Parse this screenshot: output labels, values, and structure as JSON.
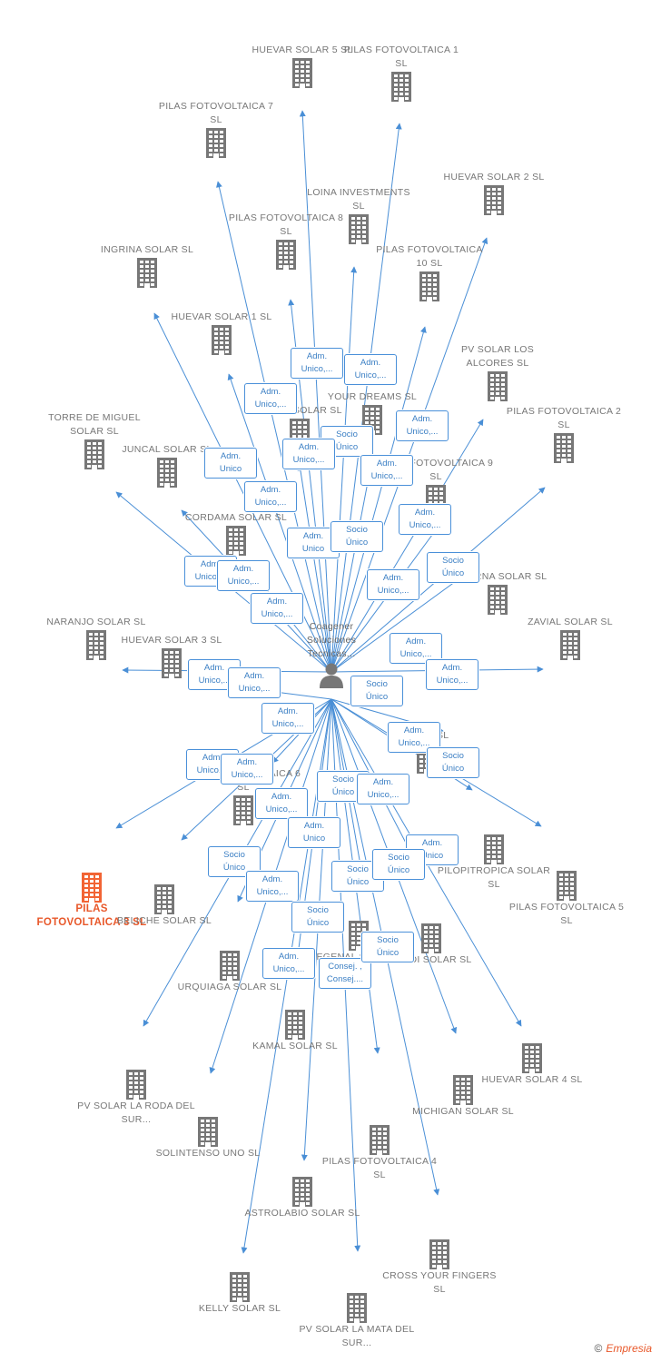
{
  "colors": {
    "edge": "#4a8fd6",
    "building": "#777777",
    "focus": "#f26434",
    "person": "#777777"
  },
  "center": {
    "label": "Coagener Soluciones Tecnicas..."
  },
  "nodes": [
    {
      "id": "n01",
      "label": "HUEVAR SOLAR 5 SL",
      "icon": "building-icon"
    },
    {
      "id": "n02",
      "label": "PILAS FOTOVOLTAICA 1 SL",
      "icon": "building-icon"
    },
    {
      "id": "n03",
      "label": "PILAS FOTOVOLTAICA 7 SL",
      "icon": "building-icon"
    },
    {
      "id": "n04",
      "label": "HUEVAR SOLAR 2 SL",
      "icon": "building-icon"
    },
    {
      "id": "n05",
      "label": "LOINA INVESTMENTS SL",
      "icon": "building-icon"
    },
    {
      "id": "n06",
      "label": "PILAS FOTOVOLTAICA 8 SL",
      "icon": "building-icon"
    },
    {
      "id": "n07",
      "label": "INGRINA SOLAR SL",
      "icon": "building-icon"
    },
    {
      "id": "n08",
      "label": "PILAS FOTOVOLTAICA 10 SL",
      "icon": "building-icon"
    },
    {
      "id": "n09",
      "label": "HUEVAR SOLAR 1 SL",
      "icon": "building-icon"
    },
    {
      "id": "n10",
      "label": "PV SOLAR LOS ALCORES SL",
      "icon": "building-icon"
    },
    {
      "id": "n11",
      "label": "...EIRO SOLAR SL",
      "icon": "building-icon"
    },
    {
      "id": "n12",
      "label": "YOUR DREAMS SL",
      "icon": "building-icon"
    },
    {
      "id": "n13",
      "label": "TORRE DE MIGUEL SOLAR SL",
      "icon": "building-icon"
    },
    {
      "id": "n14",
      "label": "PILAS FOTOVOLTAICA 2 SL",
      "icon": "building-icon"
    },
    {
      "id": "n15",
      "label": "JUNCAL SOLAR SL",
      "icon": "building-icon"
    },
    {
      "id": "n16",
      "label": "PILAS FOTOVOLTAICA 9 SL",
      "icon": "building-icon"
    },
    {
      "id": "n17",
      "label": "CORDAMA SOLAR SL",
      "icon": "building-icon"
    },
    {
      "id": "n18",
      "label": "GALERNA SOLAR SL",
      "icon": "building-icon"
    },
    {
      "id": "n19",
      "label": "NARANJO SOLAR SL",
      "icon": "building-icon"
    },
    {
      "id": "n20",
      "label": "HUEVAR SOLAR 3 SL",
      "icon": "building-icon"
    },
    {
      "id": "n21",
      "label": "ZAVIAL SOLAR SL",
      "icon": "building-icon"
    },
    {
      "id": "n22",
      "label": "...RRA SL",
      "icon": "building-icon"
    },
    {
      "id": "n23",
      "label": "PILAS FOTOVOLTAICA 6 SL",
      "icon": "building-icon"
    },
    {
      "id": "n24",
      "label": "PILOPITROPICA SOLAR SL",
      "icon": "building-icon"
    },
    {
      "id": "n25",
      "label": "PILAS FOTOVOLTAICA 3 SL",
      "icon": "building-icon",
      "focus": true
    },
    {
      "id": "n26",
      "label": "BELICHE SOLAR SL",
      "icon": "building-icon"
    },
    {
      "id": "n27",
      "label": "PILAS FOTOVOLTAICA 5 SL",
      "icon": "building-icon"
    },
    {
      "id": "n28",
      "label": "REGENAL SOLAR SL",
      "icon": "building-icon"
    },
    {
      "id": "n29",
      "label": "FINIDI SOLAR SL",
      "icon": "building-icon"
    },
    {
      "id": "n30",
      "label": "URQUIAGA SOLAR SL",
      "icon": "building-icon"
    },
    {
      "id": "n31",
      "label": "KAMAL SOLAR SL",
      "icon": "building-icon"
    },
    {
      "id": "n32",
      "label": "HUEVAR SOLAR 4 SL",
      "icon": "building-icon"
    },
    {
      "id": "n33",
      "label": "PV SOLAR LA RODA DEL SUR...",
      "icon": "building-icon"
    },
    {
      "id": "n34",
      "label": "MICHIGAN SOLAR SL",
      "icon": "building-icon"
    },
    {
      "id": "n35",
      "label": "SOLINTENSO UNO SL",
      "icon": "building-icon"
    },
    {
      "id": "n36",
      "label": "PILAS FOTOVOLTAICA 4 SL",
      "icon": "building-icon"
    },
    {
      "id": "n37",
      "label": "ASTROLABIO SOLAR SL",
      "icon": "building-icon"
    },
    {
      "id": "n38",
      "label": "CROSS YOUR FINGERS SL",
      "icon": "building-icon"
    },
    {
      "id": "n39",
      "label": "KELLY SOLAR SL",
      "icon": "building-icon"
    },
    {
      "id": "n40",
      "label": "PV SOLAR LA MATA DEL SUR...",
      "icon": "building-icon"
    }
  ],
  "relations": [
    {
      "l1": "Adm.",
      "l2": "Unico,..."
    },
    {
      "l1": "Adm.",
      "l2": "Unico,..."
    },
    {
      "l1": "Adm.",
      "l2": "Unico,..."
    },
    {
      "l1": "Adm.",
      "l2": "Unico,..."
    },
    {
      "l1": "Socio",
      "l2": "Único"
    },
    {
      "l1": "Adm.",
      "l2": "Unico,..."
    },
    {
      "l1": "Adm.",
      "l2": "Unico"
    },
    {
      "l1": "Adm.",
      "l2": "Unico,..."
    },
    {
      "l1": "Adm.",
      "l2": "Unico,..."
    },
    {
      "l1": "Socio",
      "l2": "Único"
    },
    {
      "l1": "Adm.",
      "l2": "Unico"
    },
    {
      "l1": "Socio",
      "l2": "Único"
    },
    {
      "l1": "Adm.",
      "l2": "Unico,..."
    },
    {
      "l1": "Adm.",
      "l2": "Unico,..."
    },
    {
      "l1": "Adm.",
      "l2": "Unico,..."
    },
    {
      "l1": "Adm.",
      "l2": "Unico,..."
    },
    {
      "l1": "Adm.",
      "l2": "Unico,..."
    },
    {
      "l1": "Adm.",
      "l2": "Unico,..."
    },
    {
      "l1": "Adm.",
      "l2": "Unico,..."
    },
    {
      "l1": "Adm.",
      "l2": "Unico,..."
    },
    {
      "l1": "Adm.",
      "l2": "Unico,..."
    },
    {
      "l1": "Socio",
      "l2": "Único"
    },
    {
      "l1": "Adm.",
      "l2": "Unico,..."
    },
    {
      "l1": "Adm.",
      "l2": "Unico,..."
    },
    {
      "l1": "Adm.",
      "l2": "Unico,..."
    },
    {
      "l1": "Adm.",
      "l2": "Unico,..."
    },
    {
      "l1": "Adm.",
      "l2": "Unico"
    },
    {
      "l1": "Adm.",
      "l2": "Unico"
    },
    {
      "l1": "Socio",
      "l2": "Único"
    },
    {
      "l1": "Socio",
      "l2": "Único"
    },
    {
      "l1": "Adm.",
      "l2": "Unico,..."
    },
    {
      "l1": "Socio",
      "l2": "Único"
    },
    {
      "l1": "Adm.",
      "l2": "Unico,..."
    },
    {
      "l1": "Consej. ,",
      "l2": "Consej...."
    },
    {
      "l1": "Socio",
      "l2": "Único"
    },
    {
      "l1": "Adm.",
      "l2": "Unico,..."
    },
    {
      "l1": "Socio",
      "l2": "Único"
    },
    {
      "l1": "Socio",
      "l2": "Único"
    },
    {
      "l1": "Adm.",
      "l2": "Unico,..."
    },
    {
      "l1": "Socio",
      "l2": "Único"
    }
  ],
  "footer": {
    "copyright": "©",
    "brand": "Empresia"
  }
}
